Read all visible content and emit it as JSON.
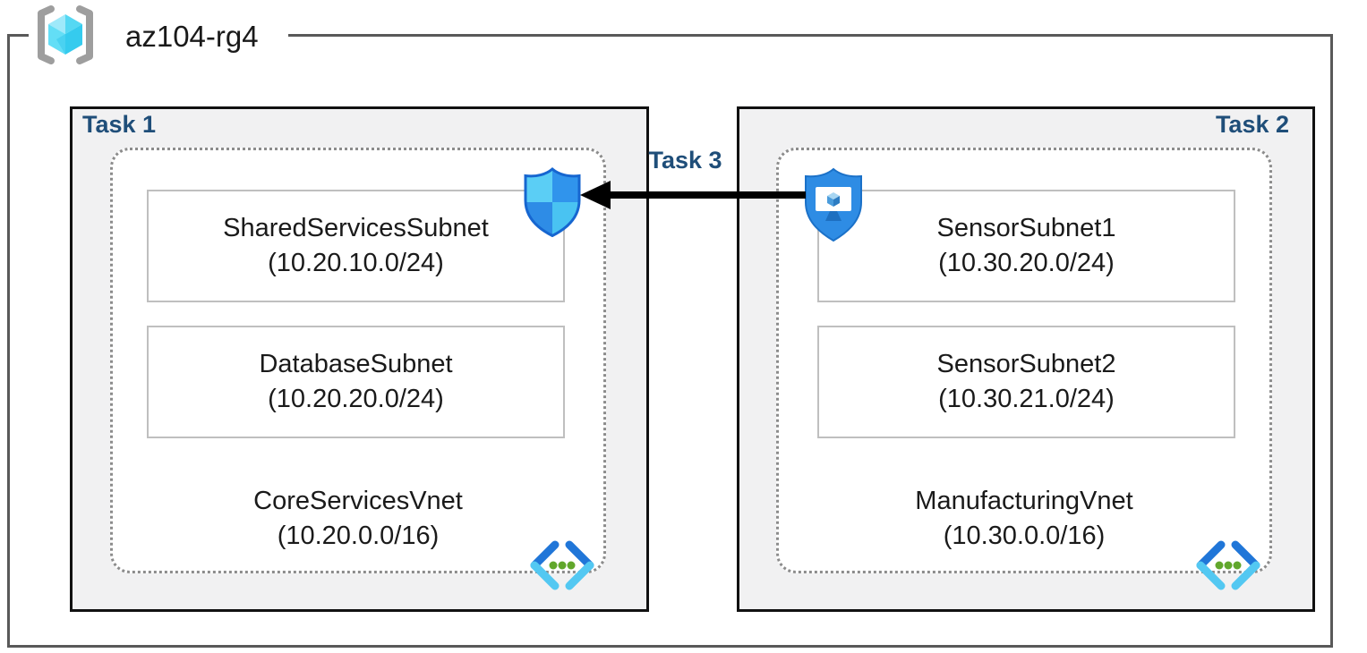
{
  "resource_group": {
    "name": "az104-rg4"
  },
  "labels": {
    "task1": "Task 1",
    "task2": "Task 2",
    "task3": "Task 3"
  },
  "vnets": [
    {
      "name": "CoreServicesVnet",
      "cidr": "(10.20.0.0/16)",
      "subnets": [
        {
          "name": "SharedServicesSubnet",
          "cidr": "(10.20.10.0/24)"
        },
        {
          "name": "DatabaseSubnet",
          "cidr": "(10.20.20.0/24)"
        }
      ]
    },
    {
      "name": "ManufacturingVnet",
      "cidr": "(10.30.0.0/16)",
      "subnets": [
        {
          "name": "SensorSubnet1",
          "cidr": "(10.30.20.0/24)"
        },
        {
          "name": "SensorSubnet2",
          "cidr": "(10.30.21.0/24)"
        }
      ]
    }
  ],
  "icons": {
    "resource_group": "resource-group-icon",
    "network_security_group": "network-security-group-shield-icon",
    "bastion": "bastion-shield-monitor-icon",
    "virtual_network": "virtual-network-chevrons-icon",
    "arrow": "task3-left-arrow"
  },
  "colors": {
    "task_label": "#1f4e79",
    "frame_border": "#595959",
    "task_box_fill": "#f1f1f2",
    "task_box_border": "#111111",
    "dashed_border": "#8c8c8c",
    "subnet_border": "#bfbfbf",
    "arrow": "#000000",
    "shield_blue_light": "#5bcef5",
    "shield_blue_medium": "#3094ec",
    "bastion_blue": "#2e8ce4",
    "vnet_chevron_dark": "#2076d8",
    "vnet_chevron_light": "#53c8f2",
    "vnet_dot_green": "#61a72c",
    "cube_cyan": "#55d8f3"
  }
}
